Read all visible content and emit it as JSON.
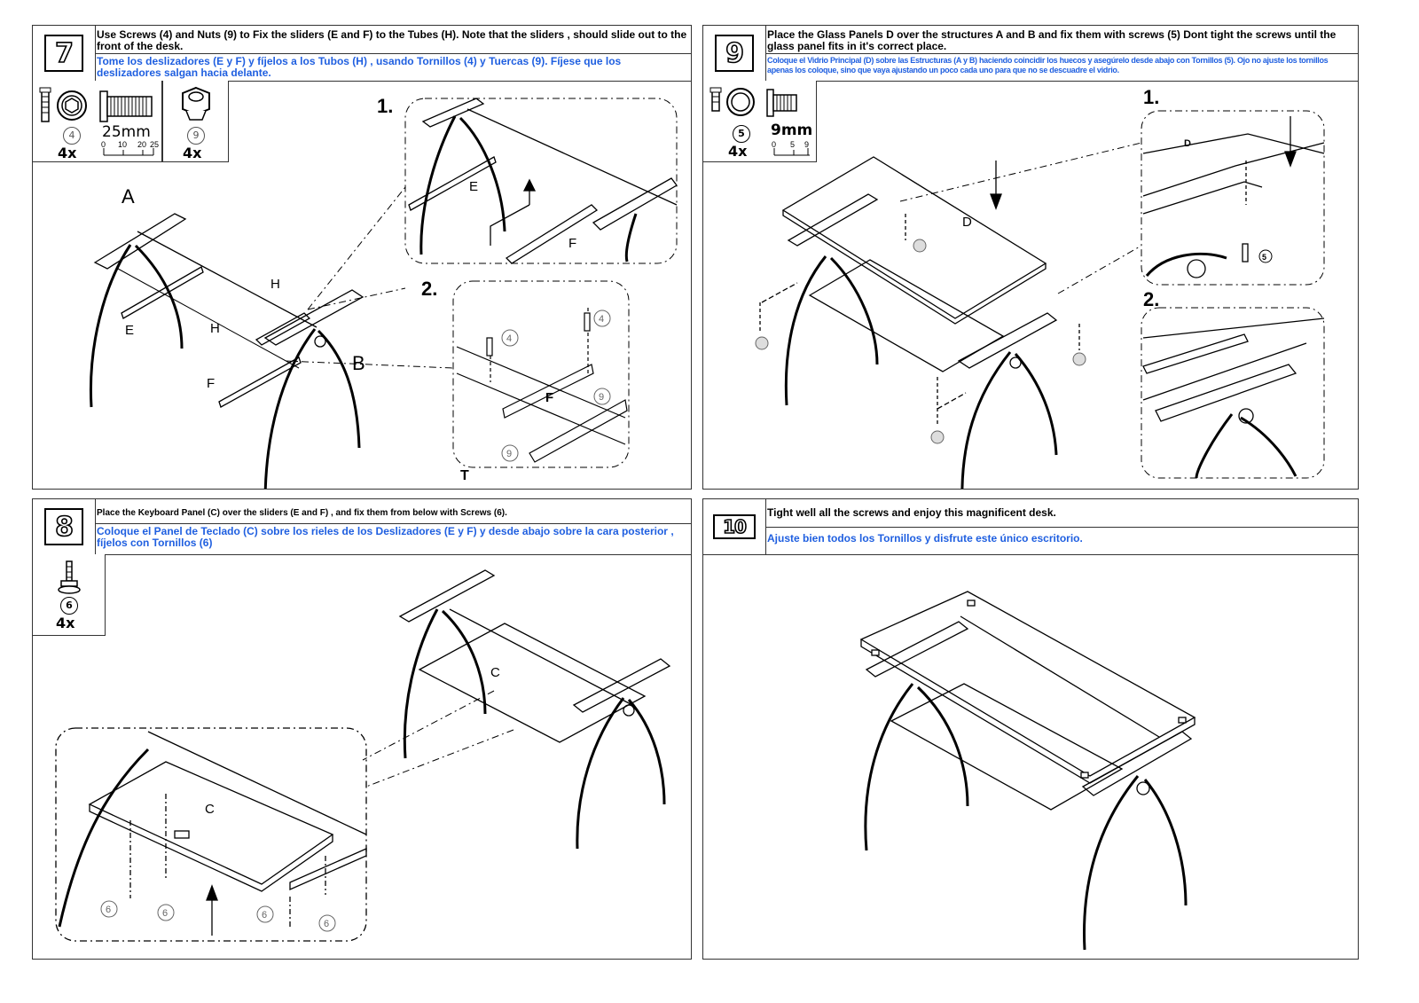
{
  "steps": {
    "s7": {
      "number": "7",
      "en": "Use Screws (4) and Nuts (9) to  Fix the sliders (E and F)  to the Tubes (H). Note that the sliders , should slide out to the front of the desk.",
      "es": "Tome los deslizadores (E y F) y fíjelos a los Tubos (H) , usando Tornillos (4) y Tuercas (9). Fíjese que los deslizadores salgan hacia delante.",
      "hw_screw_num": "4",
      "hw_screw_qty": "4x",
      "hw_screw_len": "25mm",
      "hw_scale_0": "0",
      "hw_scale_10": "10",
      "hw_scale_20": "20",
      "hw_scale_25": "25",
      "hw_nut_num": "9",
      "hw_nut_qty": "4x",
      "detail1": "1.",
      "detail2": "2.",
      "lbl_A": "A",
      "lbl_B": "B",
      "lbl_E": "E",
      "lbl_F": "F",
      "lbl_H": "H",
      "lbl_T": "T",
      "c4": "4",
      "c9": "9"
    },
    "s8": {
      "number": "8",
      "en": "Place the Keyboard Panel (C) over the sliders (E and F)  , and fix them from below with Screws (6).",
      "es": "Coloque el Panel de Teclado (C) sobre los rieles de los Deslizadores (E y F) y desde abajo sobre la cara posterior , fíjelos con Tornillos (6)",
      "hw_screw_num": "6",
      "hw_screw_qty": "4x",
      "lbl_C": "C",
      "c6": "6"
    },
    "s9": {
      "number": "9",
      "en": "Place the Glass Panels D over the structures A and B and fix them with screws (5)  Dont tight the screws until the glass panel fits in it's correct place.",
      "es": "Coloque el Vidrio Principal (D) sobre las Estructuras (A y B)  haciendo coincidir los huecos y asegúrelo desde abajo con Tornillos (5). Ojo no ajuste los tornillos apenas los coloque, sino que vaya ajustando un poco cada uno para que no se descuadre el vidrio.",
      "hw_screw_num": "5",
      "hw_screw_qty": "4x",
      "hw_screw_len": "9mm",
      "hw_scale_0": "0",
      "hw_scale_5": "5",
      "hw_scale_9": "9",
      "detail1": "1.",
      "detail2": "2.",
      "lbl_D": "D",
      "c5": "5"
    },
    "s10": {
      "number": "10",
      "en": "Tight well all the screws and enjoy this magnificent desk.",
      "es": "Ajuste bien todos los Tornillos y disfrute este único escritorio."
    }
  },
  "colors": {
    "spanish_text": "#1f5fe0",
    "border": "#333333"
  }
}
